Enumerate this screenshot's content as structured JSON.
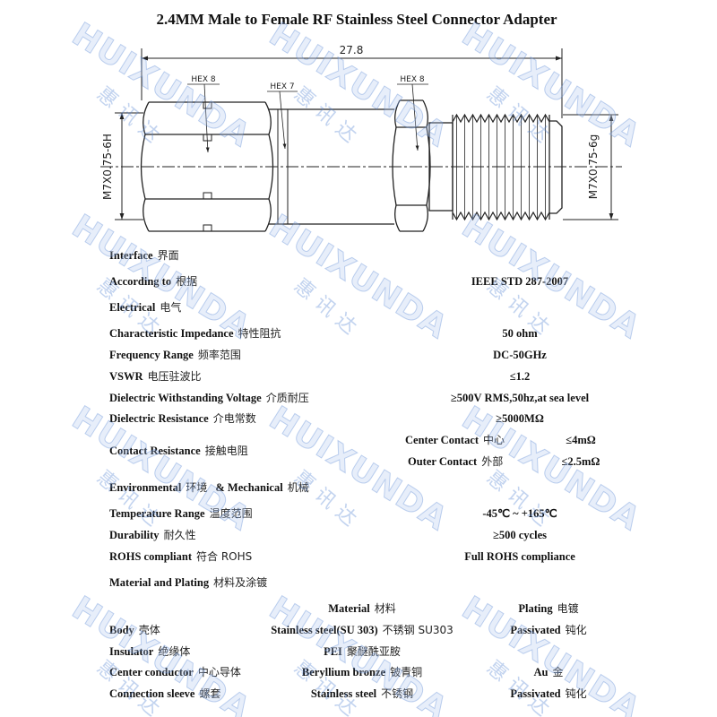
{
  "title": "2.4MM Male to Female RF Stainless Steel Connector Adapter",
  "drawing": {
    "overall_length": "27.8",
    "hex_left": "HEX 8",
    "hex_middle": "HEX 7",
    "hex_right": "HEX 8",
    "thread_left": "M7X0.75-6H",
    "thread_right": "M7X0.75-6g"
  },
  "watermark": {
    "latin": "HUIXUNDA",
    "chinese": "惠讯达"
  },
  "sections": {
    "interface": {
      "en": "Interface",
      "cn": "界面"
    },
    "electrical": {
      "en": "Electrical",
      "cn": "电气"
    },
    "environmental": {
      "en": "Environmental",
      "cn": "环境",
      "en2": "& Mechanical",
      "cn2": "机械"
    },
    "material": {
      "en": "Material and Plating",
      "cn": "材料及涂镀"
    }
  },
  "specs": {
    "according_to": {
      "en": "According to",
      "cn": "根据",
      "value": "IEEE STD 287-2007"
    },
    "impedance": {
      "en": "Characteristic Impedance",
      "cn": "特性阻抗",
      "value": "50 ohm"
    },
    "frequency": {
      "en": "Frequency Range",
      "cn": "频率范围",
      "value": "DC-50GHz"
    },
    "vswr": {
      "en": "VSWR",
      "cn": "电压驻波比",
      "value": "≤1.2"
    },
    "dwv": {
      "en": "Dielectric Withstanding Voltage",
      "cn": "介质耐压",
      "value": "≥500V RMS,50hz,at sea level"
    },
    "dielectric_resistance": {
      "en": "Dielectric Resistance",
      "cn": "介电常数",
      "value": "≥5000MΩ"
    },
    "contact_resistance": {
      "en": "Contact Resistance",
      "cn": "接触电阻",
      "center": {
        "en": "Center Contact",
        "cn": "中心",
        "value": "≤4mΩ"
      },
      "outer": {
        "en": "Outer Contact",
        "cn": "外部",
        "value": "≤2.5mΩ"
      }
    },
    "temperature": {
      "en": "Temperature Range",
      "cn": "温度范围",
      "value": "-45℃ ~ +165℃"
    },
    "durability": {
      "en": "Durability",
      "cn": "耐久性",
      "value": "≥500 cycles"
    },
    "rohs": {
      "en": "ROHS compliant",
      "cn": "符合 ROHS",
      "value": "Full ROHS compliance"
    }
  },
  "materials_table": {
    "header": {
      "material_en": "Material",
      "material_cn": "材料",
      "plating_en": "Plating",
      "plating_cn": "电镀"
    },
    "rows": [
      {
        "part_en": "Body",
        "part_cn": "壳体",
        "material_en": "Stainless steel(SU 303)",
        "material_cn": "不锈钢 SU303",
        "plating_en": "Passivated",
        "plating_cn": "钝化"
      },
      {
        "part_en": "Insulator",
        "part_cn": "绝缘体",
        "material_en": "PEI",
        "material_cn": "聚醚酰亚胺"
      },
      {
        "part_en": "Center conductor",
        "part_cn": "中心导体",
        "material_en": "Beryllium bronze",
        "material_cn": "铍青铜",
        "plating_en": "Au",
        "plating_cn": "金"
      },
      {
        "part_en": "Connection sleeve",
        "part_cn": "螺套",
        "material_en": "Stainless steel",
        "material_cn": "不锈钢",
        "plating_en": "Passivated",
        "plating_cn": "钝化"
      }
    ]
  }
}
